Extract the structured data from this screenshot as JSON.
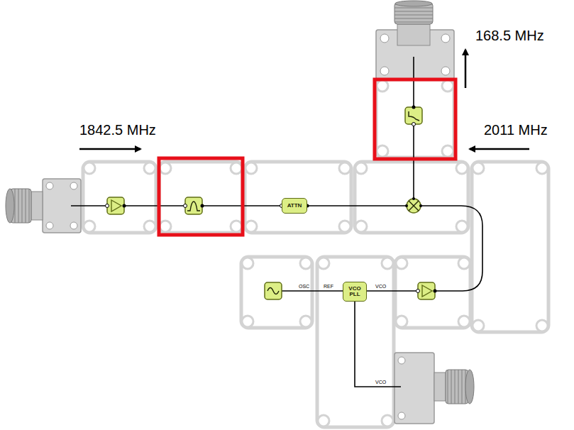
{
  "diagram": {
    "nodes": [
      {
        "text": [
          "ATTN"
        ]
      },
      {
        "text": [
          "VCO PLL"
        ]
      }
    ],
    "labels": [
      "1842.5 MHz",
      "168.5 MHz",
      "2011 MHz",
      "OSC",
      "REF",
      "VCO",
      "VCO"
    ]
  }
}
